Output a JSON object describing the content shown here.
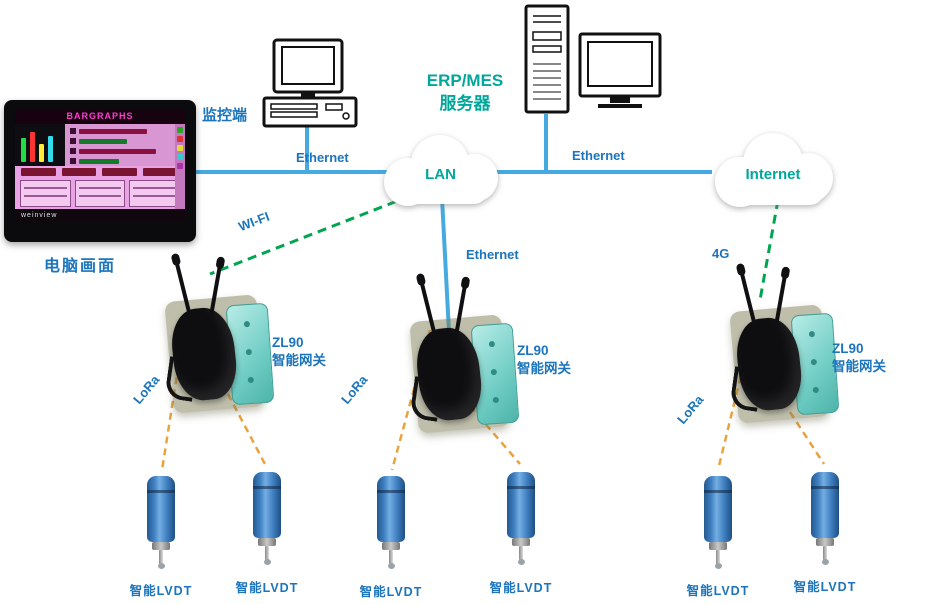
{
  "hmi": {
    "caption": "电脑画面",
    "screen_title": "BARGRAPHS",
    "brand": "weinview"
  },
  "pc": {
    "caption": "监控端"
  },
  "server": {
    "caption_line1": "ERP/MES",
    "caption_line2": "服务器"
  },
  "clouds": {
    "lan": "LAN",
    "internet": "Internet"
  },
  "links": {
    "ethernet_left": "Ethernet",
    "ethernet_right": "Ethernet",
    "wifi": "WI-FI",
    "ethernet_gateway": "Ethernet",
    "cellular": "4G",
    "lora_1": "LoRa",
    "lora_2": "LoRa",
    "lora_3": "LoRa"
  },
  "gateways": [
    {
      "model": "ZL90",
      "name": "智能网关"
    },
    {
      "model": "ZL90",
      "name": "智能网关"
    },
    {
      "model": "ZL90",
      "name": "智能网关"
    }
  ],
  "sensors": [
    {
      "label": "智能LVDT"
    },
    {
      "label": "智能LVDT"
    },
    {
      "label": "智能LVDT"
    },
    {
      "label": "智能LVDT"
    },
    {
      "label": "智能LVDT"
    },
    {
      "label": "智能LVDT"
    }
  ],
  "colors": {
    "line_blue": "#45AADF",
    "label_blue": "#1C75BC",
    "teal": "#00A79B",
    "green": "#00A550",
    "orange": "#E8A33D"
  }
}
